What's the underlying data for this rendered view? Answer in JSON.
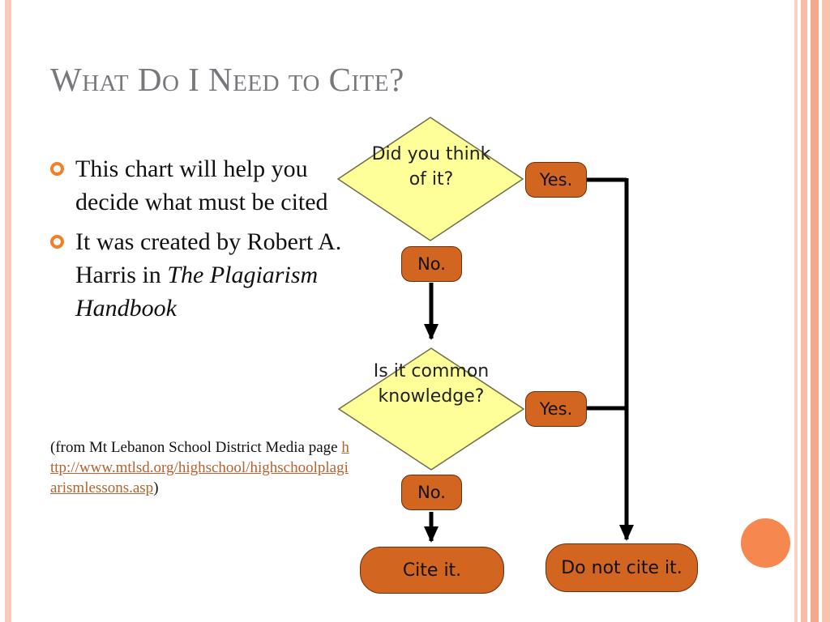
{
  "slide": {
    "title": "What Do I Need to Cite?",
    "bullets": [
      {
        "text": "This chart will help you decide what must be cited"
      },
      {
        "text": "It was created by Robert A. Harris in ",
        "emphasis": "The Plagiarism Handbook"
      }
    ],
    "source": {
      "prefix": "(from Mt Lebanon School District Media page ",
      "link": "http://www.mtlsd.org/highschool/highschoolplagiarismlessons.asp",
      "suffix": ")"
    }
  },
  "flowchart": {
    "q1": "Did you think of it?",
    "q1_yes": "Yes.",
    "q1_no": "No.",
    "q2": "Is it common knowledge?",
    "q2_yes": "Yes.",
    "q2_no": "No.",
    "outcome_cite": "Cite it.",
    "outcome_no_cite": "Do not cite it."
  },
  "colors": {
    "diamond_fill": "#ffff99",
    "pill_fill": "#d2651f",
    "title_color": "#76787c",
    "bullet_color": "#f0802a",
    "link_color": "#b5622e",
    "accent_circle": "#f5874f"
  }
}
